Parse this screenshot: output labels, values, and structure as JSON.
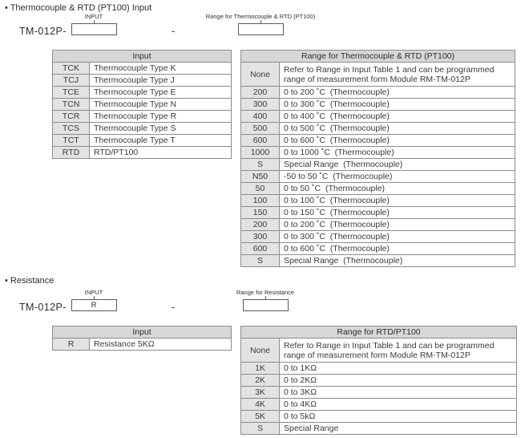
{
  "colors": {
    "header_bg": "#d7d7d7",
    "code_bg": "#e3e3e3",
    "border": "#8c8c8c"
  },
  "section1": {
    "title": "• Thermocouple & RTD (PT100) Input",
    "model_prefix": "TM-012P-",
    "dash": "-",
    "input_selector_label": "INPUT",
    "input_selector_value": "",
    "range_selector_label": "Range for Thermocouple & RTD (PT100)",
    "range_selector_value": "",
    "input_table": {
      "header": "Input",
      "rows": [
        {
          "code": "TCK",
          "desc": "Thermocouple Type K"
        },
        {
          "code": "TCJ",
          "desc": "Thermocouple Type J"
        },
        {
          "code": "TCE",
          "desc": "Thermocouple Type E"
        },
        {
          "code": "TCN",
          "desc": "Thermocouple Type N"
        },
        {
          "code": "TCR",
          "desc": "Thermocouple Type R"
        },
        {
          "code": "TCS",
          "desc": "Thermocouple Type S"
        },
        {
          "code": "TCT",
          "desc": "Thermocouple Type T"
        },
        {
          "code": "RTD",
          "desc": "RTD/PT100"
        }
      ]
    },
    "range_table": {
      "header": "Range for Thermocouple & RTD (PT100)",
      "none_row": {
        "code": "None",
        "desc": "Refer to Range in Input Table 1 and can be programmed range of measurement form Module RM-TM-012P"
      },
      "rows": [
        {
          "code": "200",
          "desc": "0 to 200 ˚C  (Thermocouple)"
        },
        {
          "code": "300",
          "desc": "0 to 300 ˚C  (Thermocouple)"
        },
        {
          "code": "400",
          "desc": "0 to 400 ˚C  (Thermocouple)"
        },
        {
          "code": "500",
          "desc": "0 to 500 ˚C  (Thermocouple)"
        },
        {
          "code": "600",
          "desc": "0 to 600 ˚C  (Thermocouple)"
        },
        {
          "code": "1000",
          "desc": "0 to 1000 ˚C  (Thermocouple)"
        },
        {
          "code": "S",
          "desc": "Special Range  (Thermocouple)"
        },
        {
          "code": "N50",
          "desc": "-50 to 50 ˚C  (Thermocouple)"
        },
        {
          "code": "50",
          "desc": "0 to 50 ˚C  (Thermocouple)"
        },
        {
          "code": "100",
          "desc": "0 to 100 ˚C  (Thermocouple)"
        },
        {
          "code": "150",
          "desc": "0 to 150 ˚C  (Thermocouple)"
        },
        {
          "code": "200",
          "desc": "0 to 200 ˚C  (Thermocouple)"
        },
        {
          "code": "300",
          "desc": "0 to 300 ˚C  (Thermocouple)"
        },
        {
          "code": "600",
          "desc": "0 to 600 ˚C  (Thermocouple)"
        },
        {
          "code": "S",
          "desc": "Special Range  (Thermocouple)"
        }
      ]
    }
  },
  "section2": {
    "title": "• Resistance",
    "model_prefix": "TM-012P-",
    "dash": "-",
    "input_selector_label": "INPUT",
    "input_selector_value": "R",
    "range_selector_label": "Range for Resistance",
    "range_selector_value": "",
    "input_table": {
      "header": "Input",
      "rows": [
        {
          "code": "R",
          "desc": "Resistance 5KΩ"
        }
      ]
    },
    "range_table": {
      "header": "Range for RTD/PT100",
      "none_row": {
        "code": "None",
        "desc": "Refer to Range in Input Table 1 and can be programmed range of measurement form Module RM-TM-012P"
      },
      "rows": [
        {
          "code": "1K",
          "desc": "0 to 1KΩ"
        },
        {
          "code": "2K",
          "desc": "0 to 2KΩ"
        },
        {
          "code": "3K",
          "desc": "0 to 3KΩ"
        },
        {
          "code": "4K",
          "desc": "0 to 4KΩ"
        },
        {
          "code": "5K",
          "desc": "0 to 5kΩ"
        },
        {
          "code": "S",
          "desc": "Special Range"
        }
      ]
    }
  }
}
